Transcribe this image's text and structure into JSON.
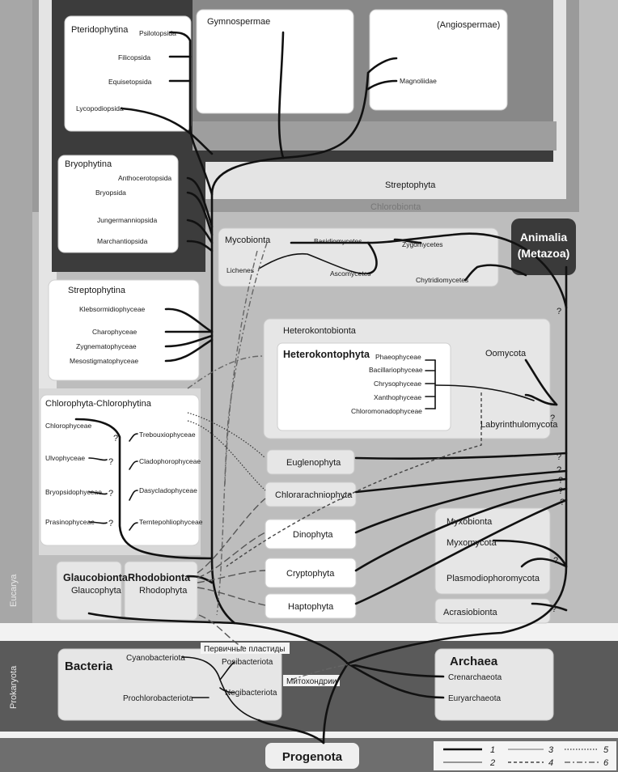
{
  "labels": {
    "pteridophytina": "Pteridophytina",
    "psilotopsida": "Psilotopsida",
    "filicopsida": "Filicopsida",
    "equisetopsida": "Equisetopsida",
    "lycopodiopsida": "Lycopodiopsida",
    "gymnospermae": "Gymnospermae",
    "angiospermae": "(Angiospermae)",
    "magnoliidae": "Magnoliidae",
    "streptophyta": "Streptophyta",
    "chlorobionta": "Chlorobionta",
    "bryophytina": "Bryophytina",
    "anthocerotopsida": "Anthocerotopsida",
    "bryopsida": "Bryopsida",
    "jungermanniopsida": "Jungermanniopsida",
    "marchantiopsida": "Marchantiopsida",
    "streptophytina": "Streptophytina",
    "klebsormidiophyceae": "Klebsormidiophyceae",
    "charophyceae": "Charophyceae",
    "zygnematophyceae": "Zygnematophyceae",
    "mesostigmatophyceae": "Mesostigmatophyceae",
    "chlorophytina": "Chlorophyta-Chlorophytina",
    "chlorophyceae": "Chlorophyceae",
    "trebouxiophyceae": "Trebouxiophyceae",
    "ulvophyceae": "Ulvophyceae",
    "cladophorophyceae": "Cladophorophyceae",
    "bryopsidophyceae": "Bryopsidophyceae",
    "dasycladophyceae": "Dasycladophyceae",
    "prasinophyceae": "Prasinophyceae",
    "terntepohliophyceae": "Terntepohliophyceae",
    "mycobionta": "Mycobionta",
    "basidiomycetes": "Basidiomycetes",
    "zygomycetes": "Zygomycetes",
    "lichenes": "Lichenes",
    "ascomycetes": "Ascomycetes",
    "chytridiomycetes": "Chytridiomycetes",
    "animalia": "Animalia",
    "metazoa": "(Metazoa)",
    "heterokontobionta": "Heterokontobionta",
    "heterokontophyta": "Heterokontophyta",
    "phaeophyceae": "Phaeophyceae",
    "bacillariophyceae": "Bacillariophyceae",
    "chrysophyceae": "Chrysophyceae",
    "xanthophyceae": "Xanthophyceae",
    "chloromonadophyceae": "Chloromonadophyceae",
    "oomycota": "Oomycota",
    "labyrinthulomycota": "Labyrinthulomycota",
    "euglenophyta": "Euglenophyta",
    "chlorarachniophyta": "Chlorarachniophyta",
    "dinophyta": "Dinophyta",
    "cryptophyta": "Cryptophyta",
    "haptophyta": "Haptophyta",
    "myxobionta": "Myxobionta",
    "myxomycota": "Myxomycota",
    "plasmodiophoromycota": "Plasmodiophoromycota",
    "acrasiobionta": "Acrasiobionta",
    "glaucobionta": "Glaucobionta",
    "glaucophyta": "Glaucophyta",
    "rhodobionta": "Rhodobionta",
    "rhodophyta": "Rhodophyta",
    "eucarya": "Eucarya",
    "prokaryota": "Prokaryota",
    "bacteria": "Bacteria",
    "cyanobacteriota": "Cyanobacteriota",
    "posibacteriota": "Posibacteriota",
    "prochlorobacteriota": "Prochlorobacteriota",
    "negibacteriota": "Negibacteriota",
    "primary_plastids": "Первичные пластиды",
    "mitochondria": "Митохондрии",
    "archaea": "Archaea",
    "crenarchaeota": "Crenarchaeota",
    "euryarchaeota": "Euryarchaeota",
    "progenota": "Progenota",
    "q": "?"
  },
  "legend": [
    "1",
    "2",
    "3",
    "4",
    "5",
    "6"
  ],
  "colors": {
    "background": "#bdbdbd",
    "dark_band": "#555555",
    "mid_band": "#8a8a8a",
    "box_fill": "#ffffff",
    "grey_box": "#e6e6e6",
    "line": "#111111",
    "animalia_box": "#3a3a3a"
  }
}
